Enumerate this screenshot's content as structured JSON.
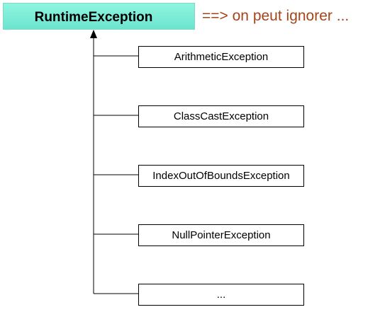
{
  "root": {
    "label": "RuntimeException"
  },
  "note": "==> on peut ignorer ...",
  "children": [
    {
      "label": "ArithmeticException"
    },
    {
      "label": "ClassCastException"
    },
    {
      "label": "IndexOutOfBoundsException"
    },
    {
      "label": "NullPointerException"
    },
    {
      "label": "..."
    }
  ],
  "colors": {
    "root_fill": "#7eecd6",
    "note_text": "#a3451a",
    "lines": "#000000"
  }
}
